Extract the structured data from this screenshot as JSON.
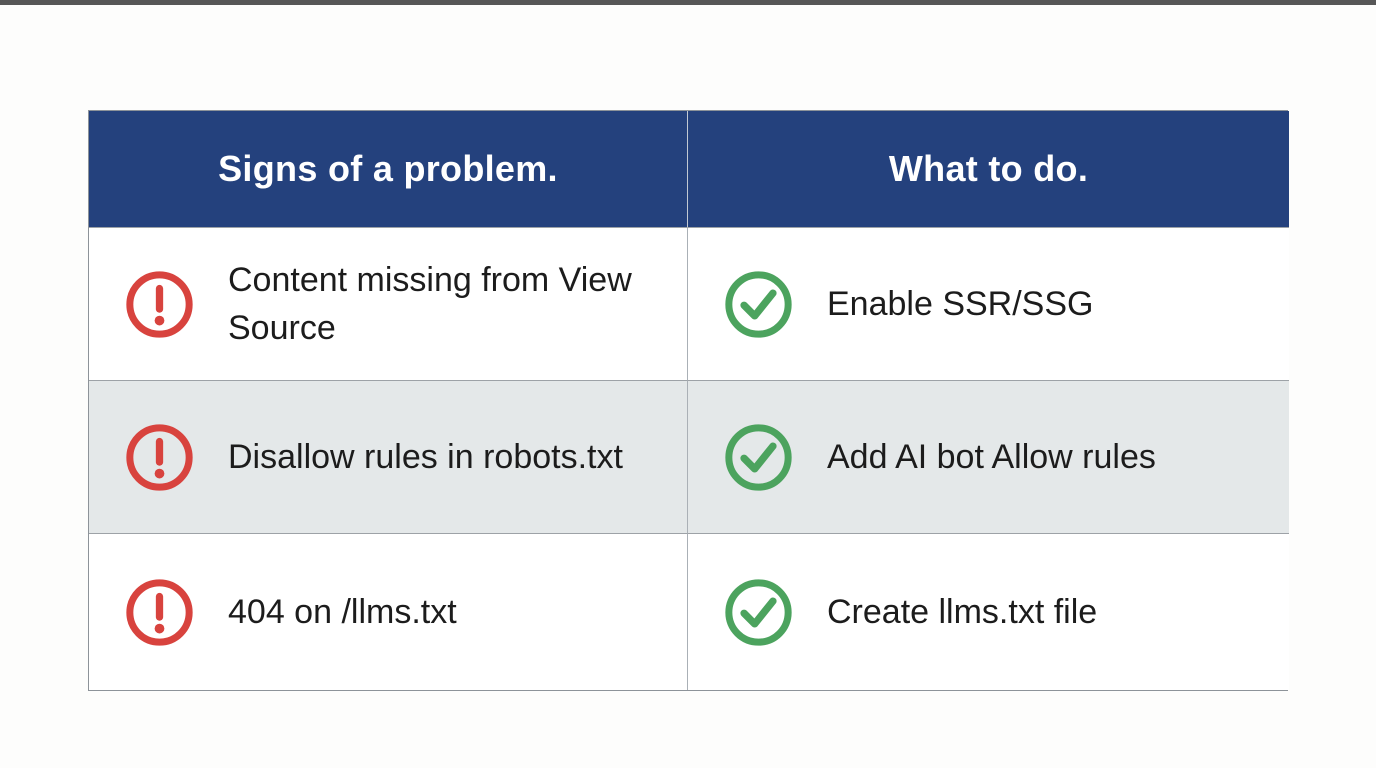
{
  "page": {
    "background": "#fdfdfc",
    "top_strip_color": "#3a3a3a"
  },
  "table": {
    "columns": [
      {
        "id": "problems",
        "label": "Signs of a problem."
      },
      {
        "id": "actions",
        "label": "What to do."
      }
    ],
    "rows": [
      {
        "problem": "Content missing from View Source",
        "action": "Enable SSR/SSG"
      },
      {
        "problem": "Disallow rules in robots.txt",
        "action": "Add AI bot Allow rules"
      },
      {
        "problem": "404 on /llms.txt",
        "action": "Create llms.txt file"
      }
    ],
    "icons": {
      "problem": "alert-circle-icon",
      "action": "check-circle-icon"
    },
    "colors": {
      "header_bg": "#24417d",
      "header_text": "#ffffff",
      "alt_row_bg": "#e4e8e9",
      "alert_red": "#d8433e",
      "check_green": "#4ca35e",
      "cell_text": "#1c1c1c",
      "border": "#9aa0a5"
    }
  }
}
